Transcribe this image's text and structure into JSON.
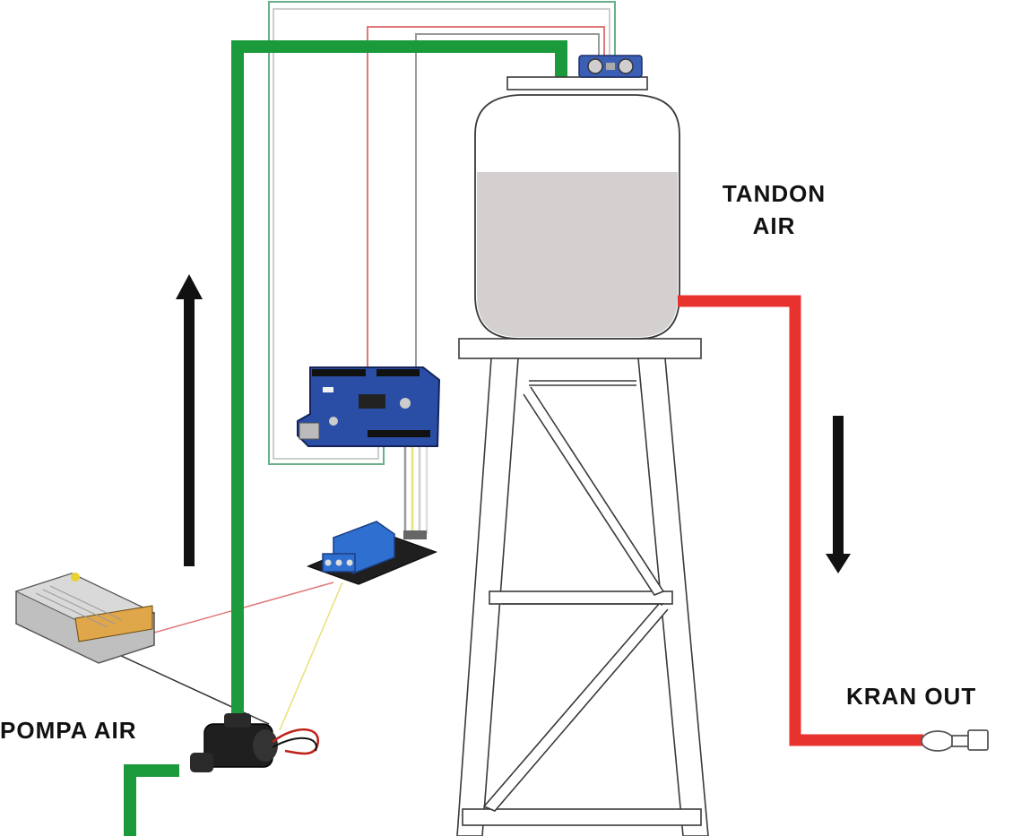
{
  "labels": {
    "tank_line1": "TANDON",
    "tank_line2": "AIR",
    "tap": "KRAN OUT",
    "pump": "POMPA AIR"
  },
  "colors": {
    "inlet_pipe": "#1a9a3a",
    "outlet_pipe": "#e8322e",
    "water": "#d4d0cf",
    "arrow": "#111111",
    "arduino_board": "#2a4ea6",
    "relay_module": "#2f6fd0",
    "wire_green": "#6ab08a",
    "wire_red": "#e07a7a",
    "wire_yellow": "#e8e07a"
  },
  "components": {
    "tank_icon": "water-tank",
    "sensor_icon": "ultrasonic-sensor",
    "controller_icon": "arduino-board",
    "relay_icon": "relay-module",
    "power_icon": "power-supply",
    "pump_icon": "water-pump",
    "tap_icon": "faucet",
    "tower_icon": "tower-stand"
  }
}
